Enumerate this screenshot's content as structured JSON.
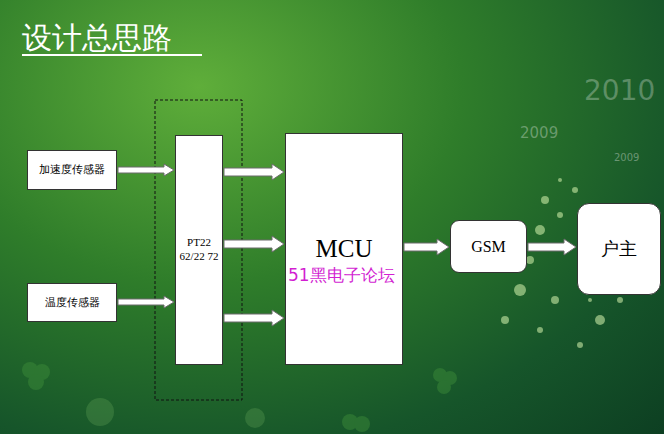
{
  "diagram": {
    "title": "设计总思路",
    "nodes": [
      {
        "text": [
          "加速度传感器"
        ]
      },
      {
        "text": [
          "温度传感器"
        ]
      },
      {
        "text": [
          "PT22 62/22 72"
        ]
      },
      {
        "text": [
          "MCU"
        ]
      },
      {
        "text": [
          "GSM"
        ]
      },
      {
        "text": [
          "户主"
        ]
      }
    ],
    "edges": [
      {
        "from": 0,
        "to": 2,
        "arrow": "to"
      },
      {
        "from": 1,
        "to": 2,
        "arrow": "to"
      },
      {
        "from": 2,
        "to": 3,
        "arrow": "to"
      },
      {
        "from": 2,
        "to": 3,
        "arrow": "to"
      },
      {
        "from": 2,
        "to": 3,
        "arrow": "to"
      },
      {
        "from": 3,
        "to": 4,
        "arrow": "to"
      },
      {
        "from": 4,
        "to": 5,
        "arrow": "to"
      }
    ],
    "labels": [
      "2010",
      "2009",
      "2009",
      "51黑电子论坛"
    ]
  }
}
